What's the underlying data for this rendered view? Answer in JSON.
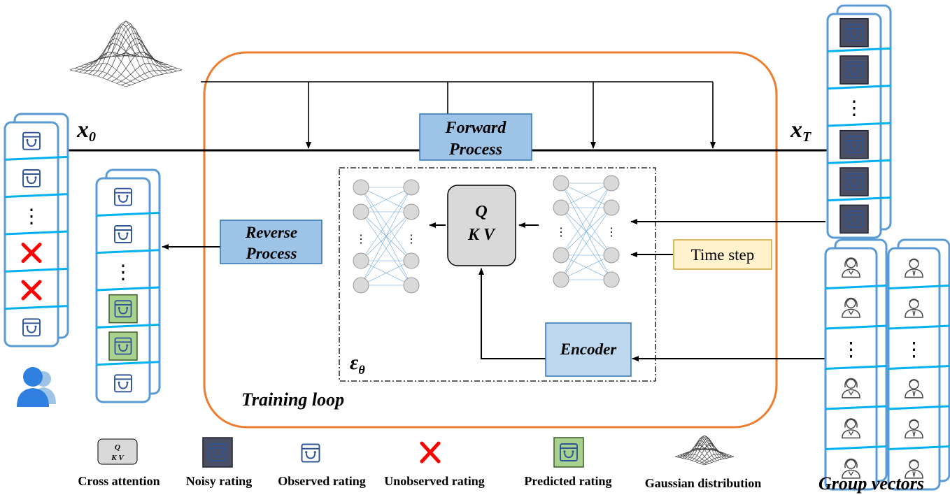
{
  "labels": {
    "x0_main": "x",
    "x0_sub": "0",
    "xT_main": "x",
    "xT_sub": "T",
    "forward_line1": "Forward",
    "forward_line2": "Process",
    "reverse_line1": "Reverse",
    "reverse_line2": "Process",
    "qkv_line1": "Q",
    "qkv_line2": "K V",
    "time_step": "Time step",
    "encoder": "Encoder",
    "epsilon_main": "ε",
    "epsilon_sub": "θ",
    "training_loop": "Training loop",
    "group_vectors": "Group vectors",
    "dots": "⋮"
  },
  "legend": [
    {
      "key": "cross-attention",
      "label": "Cross attention"
    },
    {
      "key": "noisy-rating",
      "label": "Noisy rating"
    },
    {
      "key": "observed-rating",
      "label": "Observed rating"
    },
    {
      "key": "unobserved-rating",
      "label": "Unobserved rating"
    },
    {
      "key": "predicted-rating",
      "label": "Predicted rating"
    },
    {
      "key": "gaussian-distribution",
      "label": "Gaussian distribution"
    }
  ],
  "colors": {
    "card_border": "#5b9bd5",
    "divider": "#00b0f0",
    "training_loop_border": "#ed7d31",
    "process_box_fill": "#9dc3e6",
    "process_box_border": "#2e75b6",
    "encoder_fill": "#bdd7ee",
    "time_step_fill": "#fff2cc",
    "time_step_border": "#bf9000",
    "qkv_fill": "#d9d9d9",
    "noisy_fill": "#4a4f63",
    "predicted_fill": "#a9d18e",
    "cross_red": "#ff0000",
    "net_node": "#d9d9d9"
  }
}
